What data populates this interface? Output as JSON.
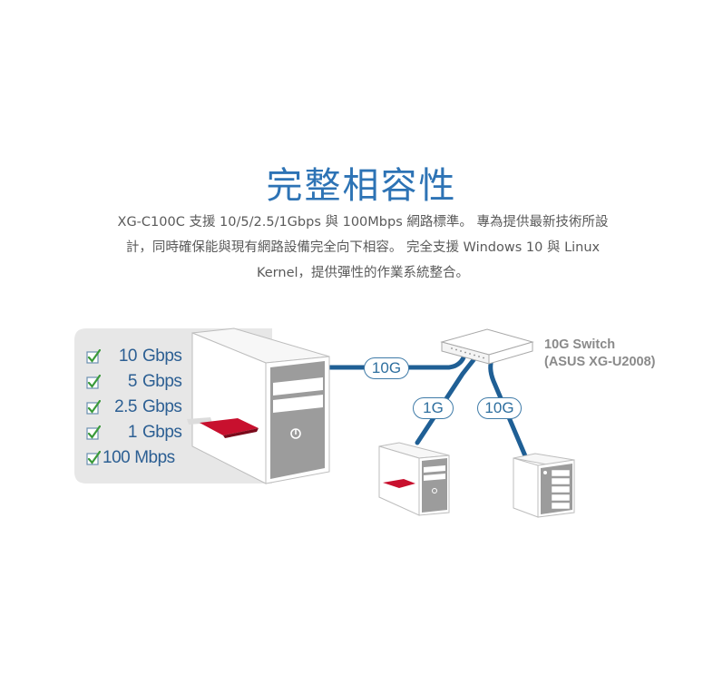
{
  "header": {
    "title": "完整相容性"
  },
  "description": {
    "lines": [
      "XG-C100C 支援 10/5/2.5/1Gbps 與 100Mbps 網路標準。 專為提供最新技術所設",
      "計，同時確保能與現有網路設備完全向下相容。 完全支援 Windows 10 與 Linux",
      "Kernel，提供彈性的作業系統整合。"
    ]
  },
  "diagram": {
    "speeds": [
      {
        "value": "10",
        "unit": "Gbps",
        "checked": true
      },
      {
        "value": "5",
        "unit": "Gbps",
        "checked": true
      },
      {
        "value": "2.5",
        "unit": "Gbps",
        "checked": true
      },
      {
        "value": "1",
        "unit": "Gbps",
        "checked": true
      },
      {
        "value": "100",
        "unit": "Mbps",
        "checked": true
      }
    ],
    "links": {
      "pc_to_switch": "10G",
      "switch_to_pc": "1G",
      "switch_to_nas": "10G"
    },
    "switch": {
      "name": "10G Switch",
      "model": "(ASUS XG-U2008)"
    },
    "colors": {
      "cable": "#1f5f95",
      "card": "#c8102e",
      "panel": "#e6e6e6",
      "case_front": "#9a9a9a",
      "check": "#3a9a3a",
      "title": "#2d73b5"
    }
  }
}
